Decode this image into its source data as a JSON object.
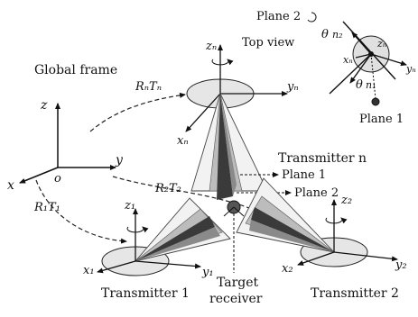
{
  "labels": {
    "global_frame": "Global frame",
    "top_view": "Top view",
    "plane_1": "Plane 1",
    "plane_2": "Plane 2",
    "plane_1_arrow": "Plane 1",
    "plane_2_arrow": "Plane 2",
    "transmitter_1": "Transmitter 1",
    "transmitter_2": "Transmitter 2",
    "transmitter_n": "Transmitter n",
    "target_receiver_line1": "Target",
    "target_receiver_line2": "receiver"
  },
  "transforms": {
    "rn": "RₙTₙ",
    "r1": "R₁T₁",
    "r2": "R₂T₂"
  },
  "axes": {
    "global_z": "z",
    "global_y": "y",
    "global_x": "x",
    "global_o": "o",
    "zn": "zₙ",
    "yn": "yₙ",
    "xn": "xₙ",
    "z1": "z₁",
    "y1": "y₁",
    "x1": "x₁",
    "z2": "z₂",
    "y2": "y₂",
    "x2": "x₂"
  },
  "top_view_labels": {
    "theta": "θ",
    "n2": "n₂",
    "n1": "n₁",
    "zn": "zₙ",
    "xn": "xₙ",
    "yn": "yₙ"
  }
}
